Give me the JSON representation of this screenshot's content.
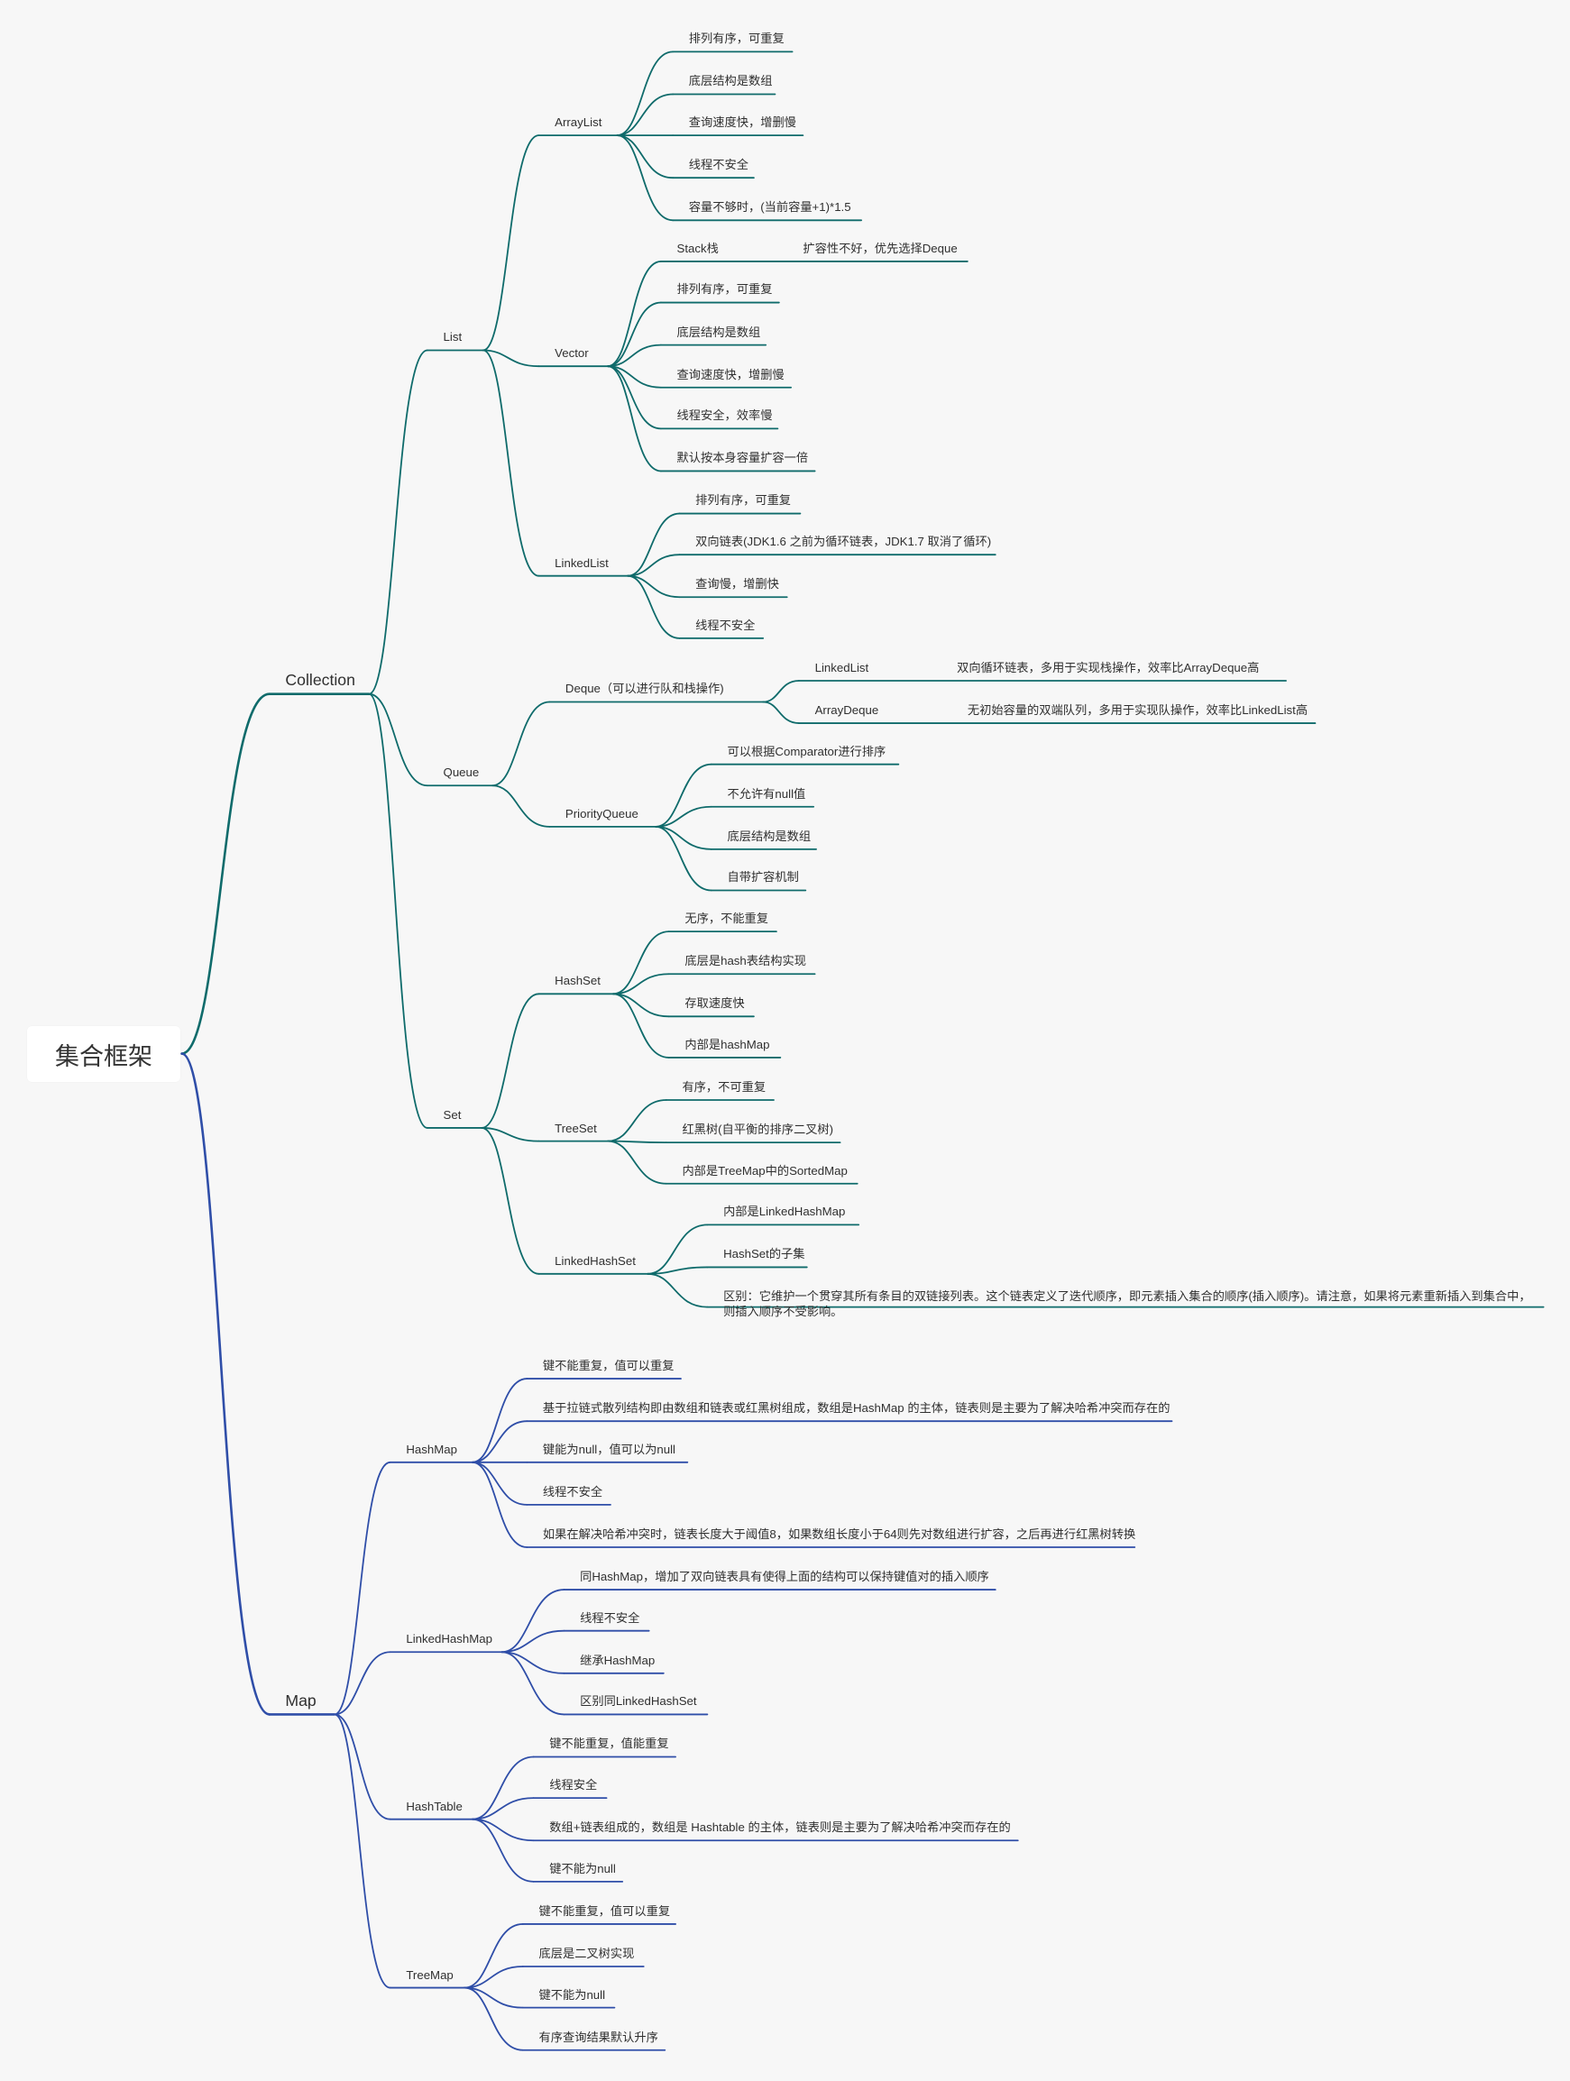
{
  "colors": {
    "background": "#f7f7f7",
    "collection_branch": "#0f6b6b",
    "map_branch": "#2f4ea8",
    "text": "#303030"
  },
  "mindmap": {
    "root": "集合框架",
    "nodes": {
      "collection": "Collection",
      "list": "List",
      "arraylist": "ArrayList",
      "al_1": "排列有序，可重复",
      "al_2": "底层结构是数组",
      "al_3": "查询速度快，增删慢",
      "al_4": "线程不安全",
      "al_5": "容量不够时，(当前容量+1)*1.5",
      "vector": "Vector",
      "v_stack": "Stack栈",
      "v_stack_note": "扩容性不好，优先选择Deque",
      "v_2": "排列有序，可重复",
      "v_3": "底层结构是数组",
      "v_4": "查询速度快，增删慢",
      "v_5": "线程安全，效率慢",
      "v_6": "默认按本身容量扩容一倍",
      "linkedlist": "LinkedList",
      "ll_1": "排列有序，可重复",
      "ll_2": "双向链表(JDK1.6 之前为循环链表，JDK1.7 取消了循环)",
      "ll_3": "查询慢，增删快",
      "ll_4": "线程不安全",
      "queue": "Queue",
      "deque": "Deque（可以进行队和栈操作)",
      "dq_ll": "LinkedList",
      "dq_ll_note": "双向循环链表，多用于实现栈操作，效率比ArrayDeque高",
      "dq_ad": "ArrayDeque",
      "dq_ad_note": "无初始容量的双端队列，多用于实现队操作，效率比LinkedList高",
      "pq": "PriorityQueue",
      "pq_1": "可以根据Comparator进行排序",
      "pq_2": "不允许有null值",
      "pq_3": "底层结构是数组",
      "pq_4": "自带扩容机制",
      "set": "Set",
      "hashset": "HashSet",
      "hs_1": "无序，不能重复",
      "hs_2": "底层是hash表结构实现",
      "hs_3": "存取速度快",
      "hs_4": "内部是hashMap",
      "treeset": "TreeSet",
      "ts_1": "有序，不可重复",
      "ts_2": "红黑树(自平衡的排序二叉树)",
      "ts_3": "内部是TreeMap中的SortedMap",
      "lhs": "LinkedHashSet",
      "lhs_1": "内部是LinkedHashMap",
      "lhs_2": "HashSet的子集",
      "lhs_3": "区别：它维护一个贯穿其所有条目的双链接列表。这个链表定义了迭代顺序，即元素插入集合的顺序(插入顺序)。请注意，如果将元素重新插入到集合中，则插入顺序不受影响。",
      "map": "Map",
      "hashmap": "HashMap",
      "hm_1": "键不能重复，值可以重复",
      "hm_2": "基于拉链式散列结构即由数组和链表或红黑树组成，数组是HashMap 的主体，链表则是主要为了解决哈希冲突而存在的",
      "hm_3": "键能为null，值可以为null",
      "hm_4": "线程不安全",
      "hm_5": "如果在解决哈希冲突时，链表长度大于阈值8，如果数组长度小于64则先对数组进行扩容，之后再进行红黑树转换",
      "lhm": "LinkedHashMap",
      "lhm_1": "同HashMap，增加了双向链表具有使得上面的结构可以保持键值对的插入顺序",
      "lhm_2": "线程不安全",
      "lhm_3": "继承HashMap",
      "lhm_4": "区别同LinkedHashSet",
      "hashtable": "HashTable",
      "ht_1": "键不能重复，值能重复",
      "ht_2": "线程安全",
      "ht_3": "数组+链表组成的，数组是 Hashtable 的主体，链表则是主要为了解决哈希冲突而存在的",
      "ht_4": "键不能为null",
      "treemap": "TreeMap",
      "tm_1": "键不能重复，值可以重复",
      "tm_2": "底层是二叉树实现",
      "tm_3": "键不能为null",
      "tm_4": "有序查询结果默认升序"
    }
  }
}
